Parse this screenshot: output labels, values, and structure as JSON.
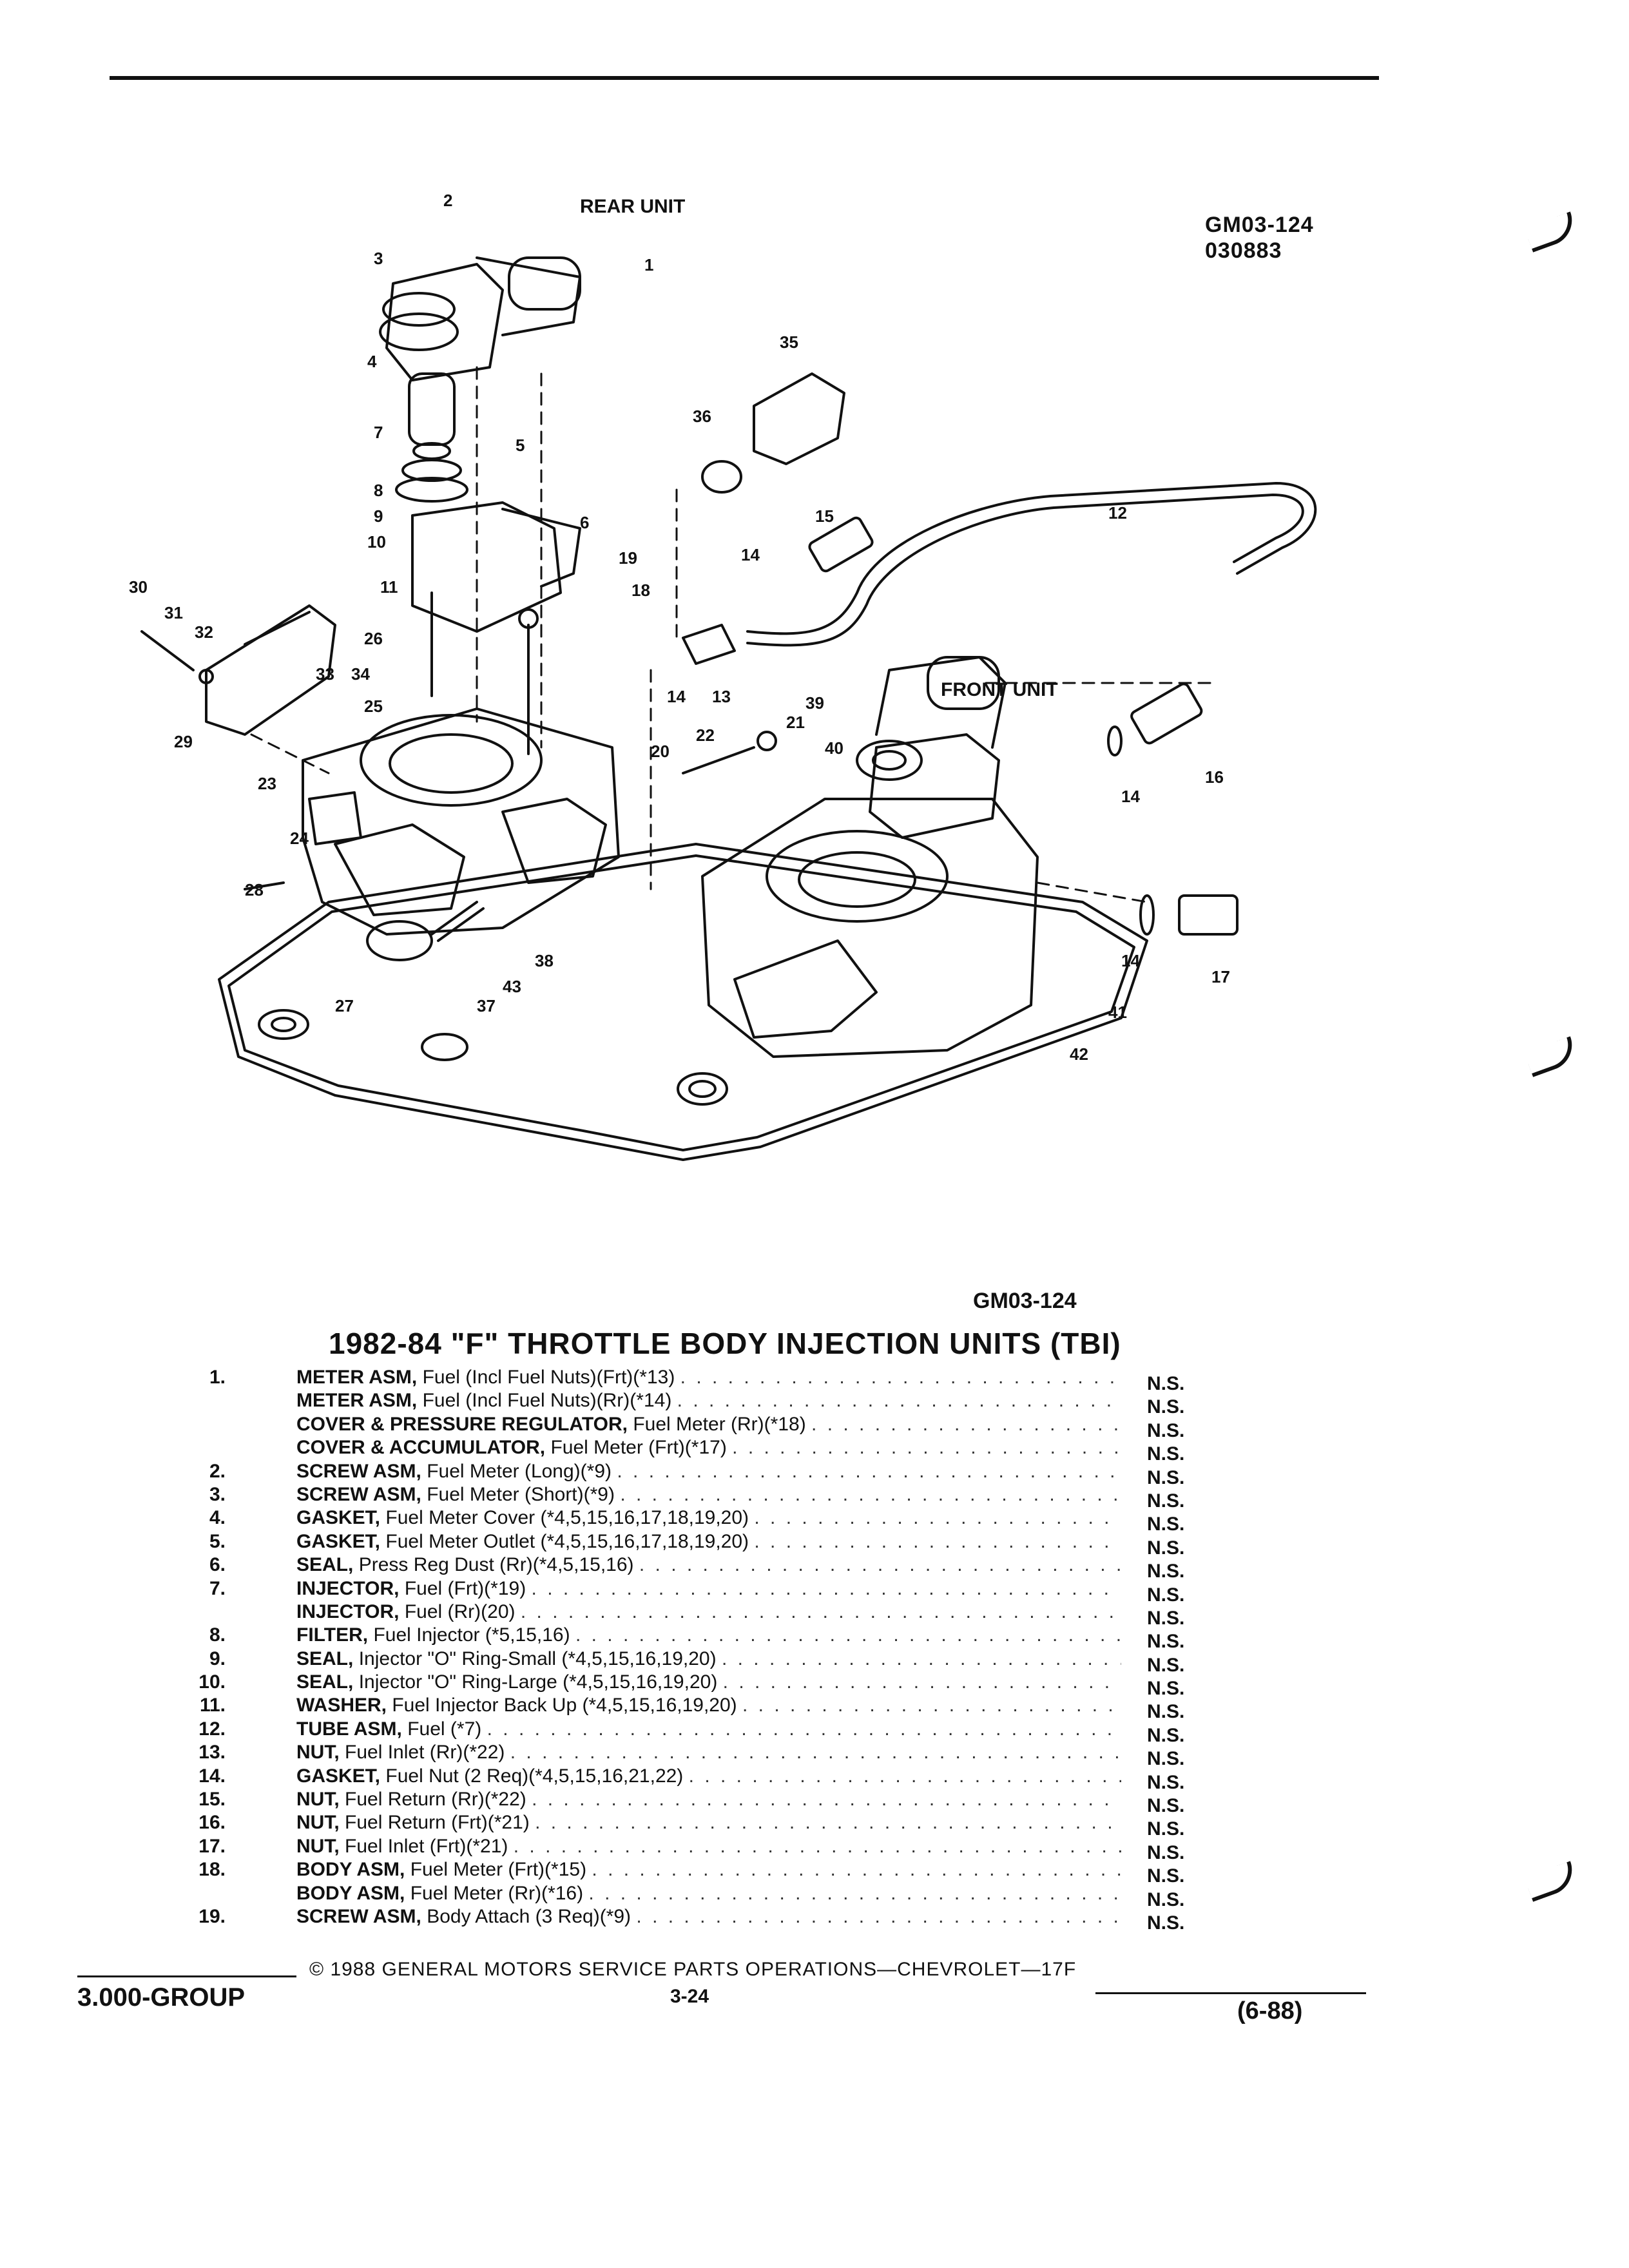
{
  "figure": {
    "code": "GM03-124",
    "date_code": "030883",
    "rear_unit_label": "REAR UNIT",
    "front_unit_label": "FRONT UNIT",
    "callouts": [
      "1",
      "2",
      "3",
      "4",
      "5",
      "6",
      "7",
      "8",
      "9",
      "10",
      "11",
      "12",
      "13",
      "14",
      "15",
      "16",
      "17",
      "18",
      "19",
      "20",
      "21",
      "22",
      "23",
      "24",
      "25",
      "26",
      "27",
      "28",
      "29",
      "30",
      "31",
      "32",
      "33",
      "34",
      "35",
      "36",
      "37",
      "38",
      "39",
      "40",
      "41",
      "42",
      "43"
    ]
  },
  "caption_code": "GM03-124",
  "title": "1982-84 \"F\" THROTTLE BODY INJECTION UNITS (TBI)",
  "parts": [
    {
      "num": "1.",
      "name": "METER ASM,",
      "detail": "Fuel (Incl Fuel Nuts)(Frt)(*13)",
      "status": "N.S."
    },
    {
      "num": "",
      "name": "METER ASM,",
      "detail": "Fuel (Incl Fuel Nuts)(Rr)(*14)",
      "status": "N.S."
    },
    {
      "num": "",
      "name": "COVER & PRESSURE REGULATOR,",
      "detail": "Fuel Meter (Rr)(*18)",
      "status": "N.S."
    },
    {
      "num": "",
      "name": "COVER & ACCUMULATOR,",
      "detail": "Fuel Meter (Frt)(*17)",
      "status": "N.S."
    },
    {
      "num": "2.",
      "name": "SCREW ASM,",
      "detail": "Fuel Meter (Long)(*9)",
      "status": "N.S."
    },
    {
      "num": "3.",
      "name": "SCREW ASM,",
      "detail": "Fuel Meter (Short)(*9)",
      "status": "N.S."
    },
    {
      "num": "4.",
      "name": "GASKET,",
      "detail": "Fuel Meter Cover (*4,5,15,16,17,18,19,20)",
      "status": "N.S."
    },
    {
      "num": "5.",
      "name": "GASKET,",
      "detail": "Fuel Meter Outlet (*4,5,15,16,17,18,19,20)",
      "status": "N.S."
    },
    {
      "num": "6.",
      "name": "SEAL,",
      "detail": "Press Reg Dust (Rr)(*4,5,15,16)",
      "status": "N.S."
    },
    {
      "num": "7.",
      "name": "INJECTOR,",
      "detail": "Fuel (Frt)(*19)",
      "status": "N.S."
    },
    {
      "num": "",
      "name": "INJECTOR,",
      "detail": "Fuel (Rr)(20)",
      "status": "N.S."
    },
    {
      "num": "8.",
      "name": "FILTER,",
      "detail": "Fuel Injector (*5,15,16)",
      "status": "N.S."
    },
    {
      "num": "9.",
      "name": "SEAL,",
      "detail": "Injector \"O\" Ring-Small (*4,5,15,16,19,20)",
      "status": "N.S."
    },
    {
      "num": "10.",
      "name": "SEAL,",
      "detail": "Injector \"O\" Ring-Large (*4,5,15,16,19,20)",
      "status": "N.S."
    },
    {
      "num": "11.",
      "name": "WASHER,",
      "detail": "Fuel Injector Back Up (*4,5,15,16,19,20)",
      "status": "N.S."
    },
    {
      "num": "12.",
      "name": "TUBE ASM,",
      "detail": "Fuel (*7)",
      "status": "N.S."
    },
    {
      "num": "13.",
      "name": "NUT,",
      "detail": "Fuel Inlet (Rr)(*22)",
      "status": "N.S."
    },
    {
      "num": "14.",
      "name": "GASKET,",
      "detail": "Fuel Nut (2 Req)(*4,5,15,16,21,22)",
      "status": "N.S."
    },
    {
      "num": "15.",
      "name": "NUT,",
      "detail": "Fuel Return (Rr)(*22)",
      "status": "N.S."
    },
    {
      "num": "16.",
      "name": "NUT,",
      "detail": "Fuel Return (Frt)(*21)",
      "status": "N.S."
    },
    {
      "num": "17.",
      "name": "NUT,",
      "detail": "Fuel Inlet (Frt)(*21)",
      "status": "N.S."
    },
    {
      "num": "18.",
      "name": "BODY ASM,",
      "detail": "Fuel Meter (Frt)(*15)",
      "status": "N.S."
    },
    {
      "num": "",
      "name": "BODY ASM,",
      "detail": "Fuel Meter (Rr)(*16)",
      "status": "N.S."
    },
    {
      "num": "19.",
      "name": "SCREW ASM,",
      "detail": "Body Attach (3 Req)(*9)",
      "status": "N.S."
    }
  ],
  "footer": {
    "copyright": "© 1988 GENERAL MOTORS SERVICE PARTS OPERATIONS—CHEVROLET—17F",
    "group": "3.000-GROUP",
    "page": "3-24",
    "date": "(6-88)"
  }
}
